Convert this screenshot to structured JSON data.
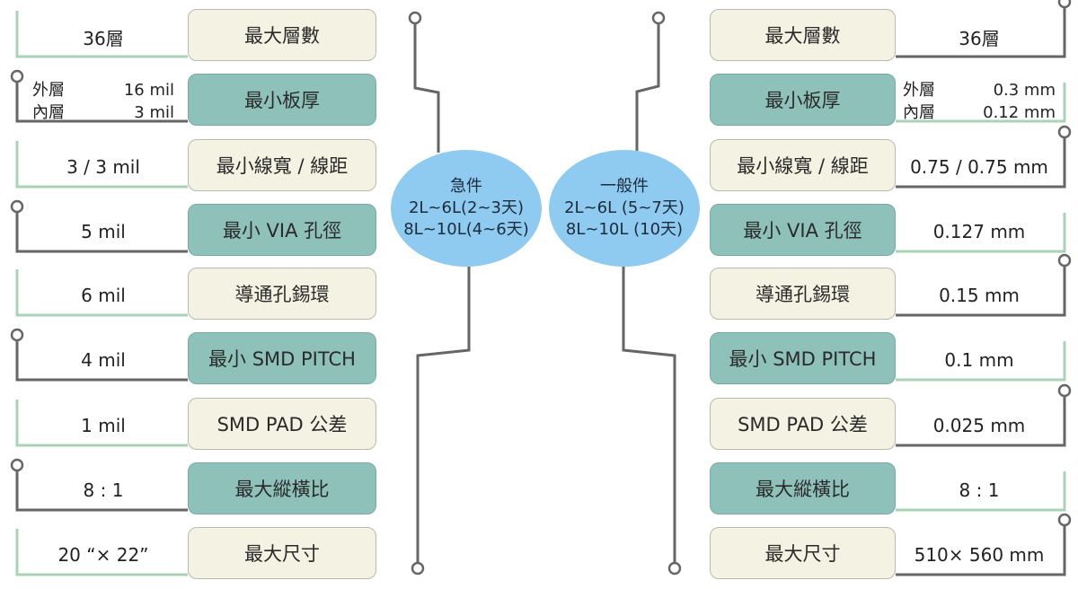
{
  "colors": {
    "beige_box": "#f4f2e2",
    "teal_box": "#8fc1bb",
    "bubble": "#8fcaf0",
    "trace_grey": "#666666",
    "trace_green": "#a9d3b6"
  },
  "left": {
    "bubble": {
      "title": "急件",
      "line1": "2L~6L(2~3天)",
      "line2": "8L~10L(4~6天)"
    },
    "rows": [
      {
        "label": "最大層數",
        "value": "36層",
        "style": "beige"
      },
      {
        "label": "最小板厚",
        "value_lines": [
          [
            "外層",
            "16 mil"
          ],
          [
            "內層",
            "3 mil"
          ]
        ],
        "style": "teal"
      },
      {
        "label": "最小線寬 / 線距",
        "value": "3 / 3 mil",
        "style": "beige"
      },
      {
        "label": "最小 VIA 孔徑",
        "value": "5 mil",
        "style": "teal"
      },
      {
        "label": "導通孔錫環",
        "value": "6 mil",
        "style": "beige"
      },
      {
        "label": "最小 SMD PITCH",
        "value": "4 mil",
        "style": "teal"
      },
      {
        "label": "SMD PAD 公差",
        "value": "1 mil",
        "style": "beige"
      },
      {
        "label": "最大縱橫比",
        "value": "8 : 1",
        "style": "teal"
      },
      {
        "label": "最大尺寸",
        "value": "20 “× 22”",
        "style": "beige"
      }
    ]
  },
  "right": {
    "bubble": {
      "title": "一般件",
      "line1": "2L~6L (5~7天)",
      "line2": "8L~10L (10天)"
    },
    "rows": [
      {
        "label": "最大層數",
        "value": "36層",
        "style": "beige"
      },
      {
        "label": "最小板厚",
        "value_lines": [
          [
            "外層",
            "0.3   mm"
          ],
          [
            "內層",
            "0.12 mm"
          ]
        ],
        "style": "teal"
      },
      {
        "label": "最小線寬 / 線距",
        "value": "0.75 / 0.75 mm",
        "style": "beige"
      },
      {
        "label": "最小 VIA 孔徑",
        "value": "0.127 mm",
        "style": "teal"
      },
      {
        "label": "導通孔錫環",
        "value": "0.15 mm",
        "style": "beige"
      },
      {
        "label": "最小 SMD PITCH",
        "value": "0.1 mm",
        "style": "teal"
      },
      {
        "label": "SMD PAD 公差",
        "value": "0.025 mm",
        "style": "beige"
      },
      {
        "label": "最大縱橫比",
        "value": "8 : 1",
        "style": "teal"
      },
      {
        "label": "最大尺寸",
        "value": "510× 560 mm",
        "style": "beige"
      }
    ]
  }
}
